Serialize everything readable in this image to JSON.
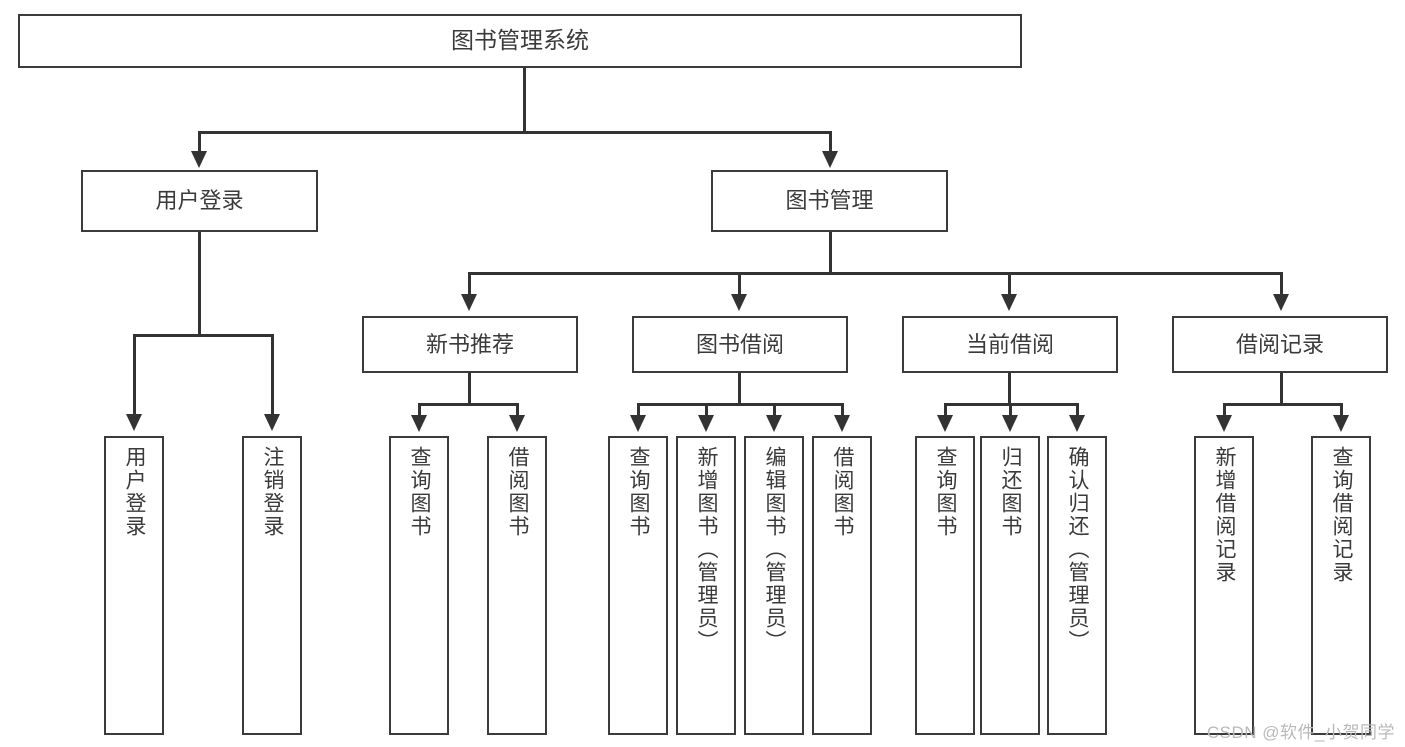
{
  "diagram": {
    "title": "图书管理系统",
    "type": "tree-hierarchy",
    "root": {
      "label": "图书管理系统"
    },
    "level1": [
      {
        "label": "用户登录"
      },
      {
        "label": "图书管理"
      }
    ],
    "level2": [
      {
        "label": "新书推荐"
      },
      {
        "label": "图书借阅"
      },
      {
        "label": "当前借阅"
      },
      {
        "label": "借阅记录"
      }
    ],
    "leaves": {
      "user_login": [
        {
          "label": "用户登录"
        },
        {
          "label": "注销登录"
        }
      ],
      "new_book_recommend": [
        {
          "label": "查询图书"
        },
        {
          "label": "借阅图书"
        }
      ],
      "book_borrow": [
        {
          "label": "查询图书"
        },
        {
          "label": "新增图书（管理员）"
        },
        {
          "label": "编辑图书（管理员）"
        },
        {
          "label": "借阅图书"
        }
      ],
      "current_borrow": [
        {
          "label": "查询图书"
        },
        {
          "label": "归还图书"
        },
        {
          "label": "确认归还（管理员）"
        }
      ],
      "borrow_record": [
        {
          "label": "新增借阅记录"
        },
        {
          "label": "查询借阅记录"
        }
      ]
    }
  },
  "watermark": {
    "text": "CSDN @软件_小贺同学"
  },
  "colors": {
    "border": "#3b3b3b",
    "line": "#333333",
    "text": "#3a3a3a",
    "background": "#ffffff",
    "watermark": "#b9b9b9"
  }
}
